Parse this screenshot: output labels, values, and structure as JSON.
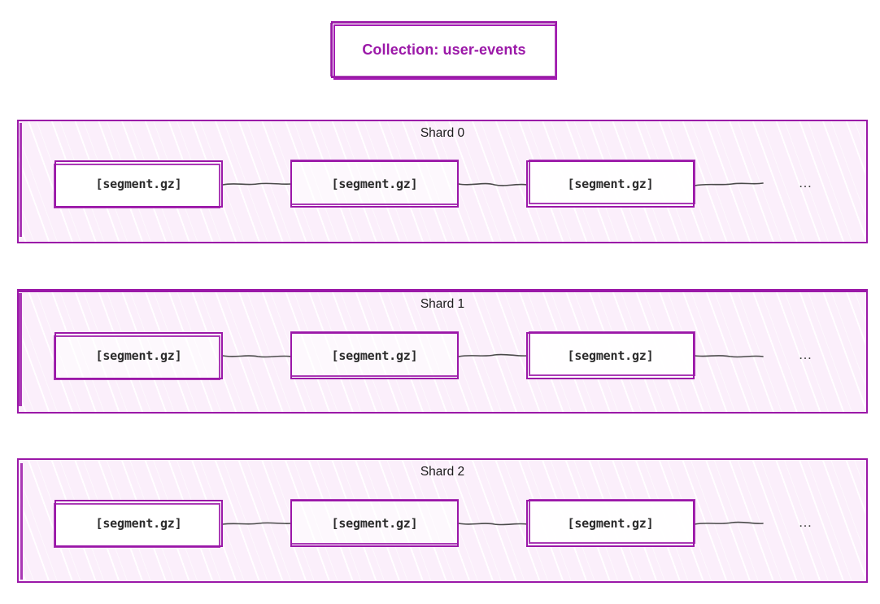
{
  "diagram": {
    "title_box": {
      "label": "Collection: user-events"
    },
    "accent_color": "#9b18a8",
    "shard_fill_color": "#fbeffb",
    "segment_text_color": "#2b2b2b",
    "connector_color": "#4a4a4a",
    "shards": [
      {
        "title": "Shard 0",
        "segments": [
          {
            "label": "[segment.gz]"
          },
          {
            "label": "[segment.gz]"
          },
          {
            "label": "[segment.gz]"
          }
        ],
        "overflow": "…"
      },
      {
        "title": "Shard 1",
        "segments": [
          {
            "label": "[segment.gz]"
          },
          {
            "label": "[segment.gz]"
          },
          {
            "label": "[segment.gz]"
          }
        ],
        "overflow": "…"
      },
      {
        "title": "Shard 2",
        "segments": [
          {
            "label": "[segment.gz]"
          },
          {
            "label": "[segment.gz]"
          },
          {
            "label": "[segment.gz]"
          }
        ],
        "overflow": "…"
      }
    ]
  }
}
